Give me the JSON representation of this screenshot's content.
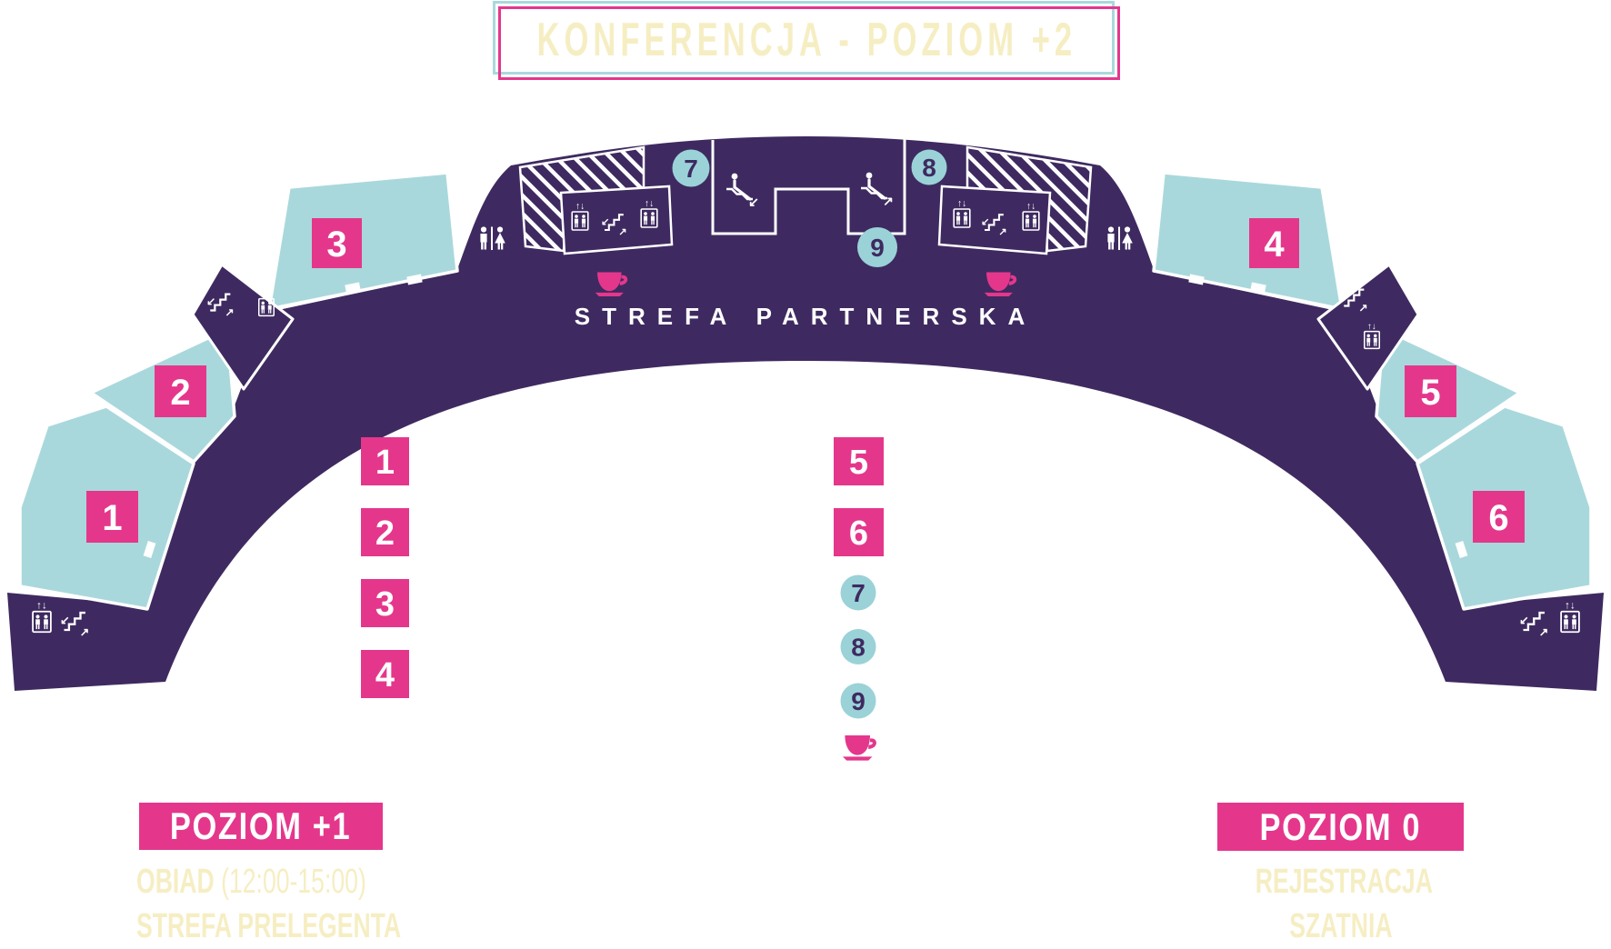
{
  "title": "KONFERENCJA - POZIOM +2",
  "map": {
    "partner_zone_label": "STREFA PARTNERSKA",
    "room_numbers": [
      "1",
      "2",
      "3",
      "4",
      "5",
      "6"
    ],
    "circle_numbers": [
      "7",
      "8",
      "9"
    ]
  },
  "legend": {
    "left_items": [
      "1",
      "2",
      "3",
      "4"
    ],
    "right_items": [
      "5",
      "6"
    ],
    "right_circles": [
      "7",
      "8",
      "9"
    ]
  },
  "footer": {
    "left": {
      "title": "POZIOM +1",
      "line1_label": "OBIAD",
      "line1_detail": "(12:00-15:00)",
      "line2": "STREFA PRELEGENTA"
    },
    "right": {
      "title": "POZIOM 0",
      "line1": "REJESTRACJA",
      "line2": "SZATNIA"
    }
  },
  "colors": {
    "corridor_purple": "#3E2A60",
    "room_teal": "#A9D8DC",
    "badge_pink": "#E4378C",
    "circle_teal": "#9AD2D8",
    "cream_text": "#F6EEC3",
    "white": "#FFFFFF"
  }
}
